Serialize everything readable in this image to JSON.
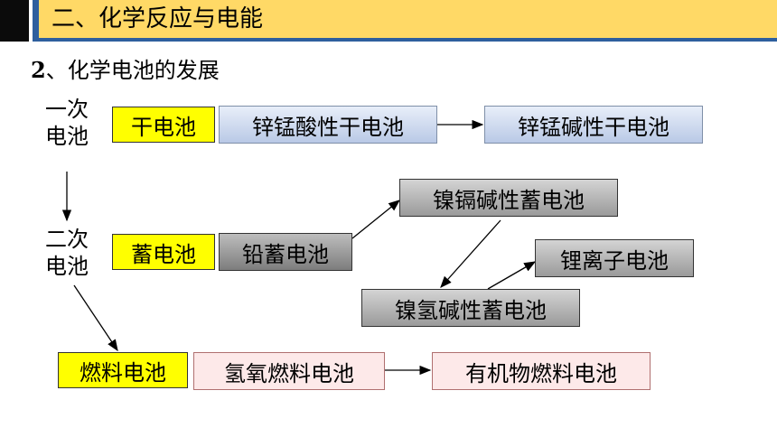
{
  "header": {
    "title": "二、化学反应与电能"
  },
  "subtitle": {
    "number": "2",
    "text": "、化学电池的发展"
  },
  "categories": {
    "primary": [
      "一次",
      "电池"
    ],
    "secondary": [
      "二次",
      "电池"
    ]
  },
  "boxes": {
    "dry_cell": "干电池",
    "zinc_mn_acid": "锌锰酸性干电池",
    "zinc_mn_alkaline": "锌锰碱性干电池",
    "storage_cell": "蓄电池",
    "lead_storage": "铅蓄电池",
    "ni_cd": "镍镉碱性蓄电池",
    "li_ion": "锂离子电池",
    "ni_h": "镍氢碱性蓄电池",
    "fuel_cell": "燃料电池",
    "h2_o2_fuel": "氢氧燃料电池",
    "organic_fuel": "有机物燃料电池"
  }
}
